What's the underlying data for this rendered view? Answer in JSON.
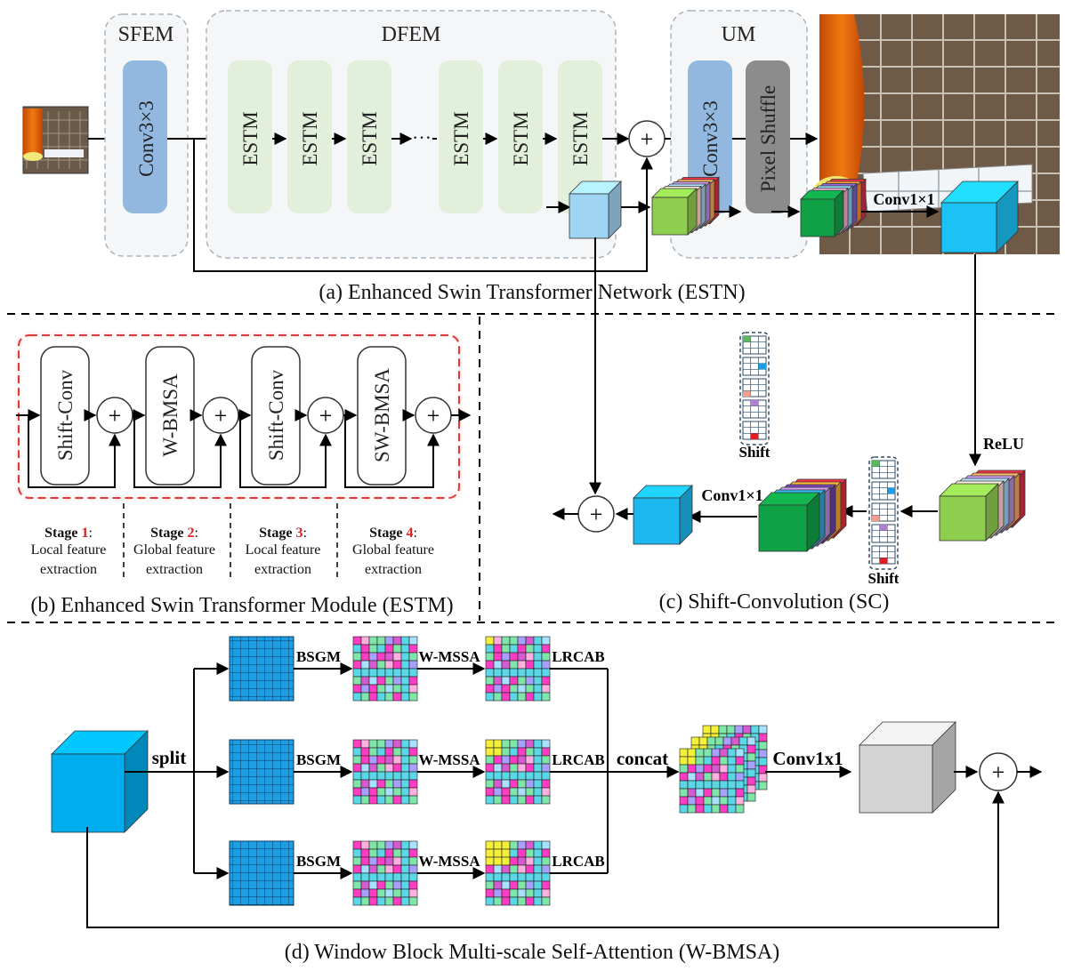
{
  "panel_a": {
    "caption": "(a) Enhanced Swin Transformer Network (ESTN)",
    "sfem": {
      "title": "SFEM",
      "block": "Conv3×3"
    },
    "dfem": {
      "title": "DFEM",
      "blocks": [
        "ESTM",
        "ESTM",
        "ESTM",
        "ESTM",
        "ESTM",
        "ESTM"
      ],
      "ellipsis": "···"
    },
    "um": {
      "title": "UM",
      "conv": "Conv3×3",
      "shuffle": "Pixel Shuffle"
    },
    "plus": "+"
  },
  "panel_b": {
    "caption": "(b) Enhanced Swin Transformer Module (ESTM)",
    "blocks": [
      "Shift-Conv",
      "W-BMSA",
      "Shift-Conv",
      "SW-BMSA"
    ],
    "stages": [
      {
        "word": "Stage",
        "num": "1",
        "line1": "Local feature",
        "line2": "extraction"
      },
      {
        "word": "Stage",
        "num": "2",
        "line1": "Global feature",
        "line2": "extraction"
      },
      {
        "word": "Stage",
        "num": "3",
        "line1": "Local feature",
        "line2": "extraction"
      },
      {
        "word": "Stage",
        "num": "4",
        "line1": "Global feature",
        "line2": "extraction"
      }
    ]
  },
  "panel_c": {
    "caption": "(c) Shift-Convolution (SC)",
    "conv_top": "Conv1×1",
    "conv_bottom": "Conv1×1",
    "relu": "ReLU",
    "shift_top": "Shift",
    "shift_bottom": "Shift"
  },
  "panel_d": {
    "caption": "(d) Window Block Multi-scale Self-Attention (W-BMSA)",
    "split": "split",
    "concat": "concat",
    "conv": "Conv1x1",
    "branches": [
      {
        "bsgm": "BSGM",
        "wmssa": "W-MSSA",
        "lrcab": "LRCAB"
      },
      {
        "bsgm": "BSGM",
        "wmssa": "W-MSSA",
        "lrcab": "LRCAB"
      },
      {
        "bsgm": "BSGM",
        "wmssa": "W-MSSA",
        "lrcab": "LRCAB"
      }
    ]
  },
  "colors": {
    "conv_blue": "#92b8e0",
    "estm_green": "#e2efda",
    "shuffle_gray": "#8c8c8c",
    "cube_cyan": "#00aef0",
    "grid_blue": "#1ea0e6",
    "stage_red": "#e02020"
  }
}
